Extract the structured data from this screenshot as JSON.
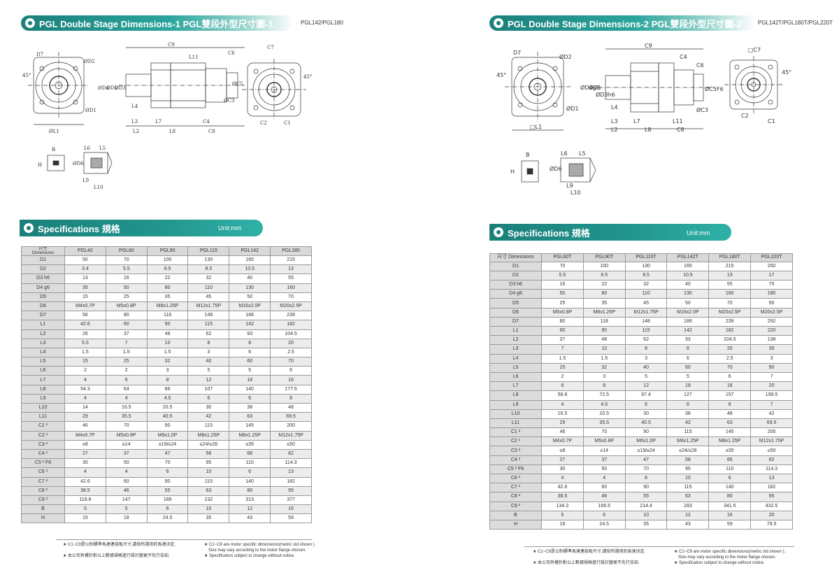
{
  "left": {
    "header_title": "PGL Double Stage Dimensions-1  PGL雙段外型尺寸圖-1",
    "models": "PGL142/PGL180",
    "spec_title": "Specifications  規格",
    "unit": "Unit:mm",
    "labels": {
      "C9": "C9",
      "C6": "C6",
      "C7": "C7",
      "L11": "L11",
      "D2": "ØD2",
      "D7": "D7",
      "D4": "ØD4",
      "D5": "ØD5",
      "D3": "ØD3",
      "D1": "ØD1",
      "C5": "ØC5",
      "C3": "ØC3",
      "C1": "C1",
      "C2": "C2",
      "L1": "ØL1",
      "L2": "L2",
      "L3": "L3",
      "L4": "L4",
      "L7": "L7",
      "L8": "L8",
      "C4": "C4",
      "C8": "C8",
      "a45": "45°",
      "B": "B",
      "H": "H",
      "D6": "ØD6",
      "L5": "L5",
      "L6": "L6",
      "L9": "L9",
      "L10": "L10"
    },
    "table": {
      "corner_top": "尺寸",
      "corner_bottom": "Dimensions",
      "headers": [
        "PGL42",
        "PGL60",
        "PGL90",
        "PGL115",
        "PGL142",
        "PGL180"
      ],
      "rows": [
        [
          "D1",
          "50",
          "70",
          "100",
          "130",
          "165",
          "215"
        ],
        [
          "D2",
          "3.4",
          "5.5",
          "6.5",
          "8.5",
          "10.5",
          "13"
        ],
        [
          "D3 h6",
          "13",
          "16",
          "22",
          "32",
          "40",
          "55"
        ],
        [
          "D4 g6",
          "35",
          "50",
          "80",
          "110",
          "130",
          "160"
        ],
        [
          "D5",
          "15",
          "25",
          "35",
          "45",
          "50",
          "70"
        ],
        [
          "D6",
          "M4x0.7P",
          "M5x0.8P",
          "M8x1.25P",
          "M12x1.75P",
          "M16x2.0P",
          "M20x2.5P"
        ],
        [
          "D7",
          "56",
          "80",
          "118",
          "148",
          "186",
          "239"
        ],
        [
          "L1",
          "42.6",
          "60",
          "90",
          "115",
          "142",
          "182"
        ],
        [
          "L2",
          "26",
          "37",
          "48",
          "62",
          "93",
          "104.5"
        ],
        [
          "L3",
          "5.5",
          "7",
          "10",
          "8",
          "8",
          "20"
        ],
        [
          "L4",
          "1.5",
          "1.5",
          "1.5",
          "3",
          "6",
          "2.5"
        ],
        [
          "L5",
          "15",
          "25",
          "32",
          "40",
          "60",
          "70"
        ],
        [
          "L6",
          "2",
          "2",
          "3",
          "5",
          "5",
          "6"
        ],
        [
          "L7",
          "4",
          "6",
          "8",
          "12",
          "18",
          "16"
        ],
        [
          "L8",
          "54.3",
          "64",
          "86",
          "107",
          "140",
          "177.5"
        ],
        [
          "L9",
          "4",
          "4",
          "4.5",
          "6",
          "6",
          "8"
        ],
        [
          "L10",
          "14",
          "16.5",
          "20.5",
          "30",
          "38",
          "48"
        ],
        [
          "L11",
          "29",
          "35.5",
          "40.5",
          "42",
          "63",
          "69.5"
        ],
        [
          "C1 ²",
          "46",
          "70",
          "90",
          "115",
          "145",
          "200"
        ],
        [
          "C2 ²",
          "M4x0.7P",
          "M5x0.8P",
          "M6x1.0P",
          "M8x1.25P",
          "M8x1.25P",
          "M12x1.75P"
        ],
        [
          "C3 ²",
          "≤8",
          "≤14",
          "≤19/≤24",
          "≤24/≤28",
          "≤35",
          "≤50"
        ],
        [
          "C4 ²",
          "27",
          "37",
          "47",
          "58",
          "66",
          "82"
        ],
        [
          "C5 ² F6",
          "30",
          "50",
          "70",
          "95",
          "110",
          "114.3"
        ],
        [
          "C6 ²",
          "4",
          "4",
          "6",
          "10",
          "6",
          "13"
        ],
        [
          "C7 ²",
          "42.6",
          "60",
          "90",
          "115",
          "140",
          "182"
        ],
        [
          "C8 ²",
          "38.5",
          "46",
          "55",
          "63",
          "80",
          "95"
        ],
        [
          "C9 ²",
          "118.8",
          "147",
          "189",
          "232",
          "313",
          "377"
        ],
        [
          "B",
          "5",
          "5",
          "6",
          "10",
          "12",
          "16"
        ],
        [
          "H",
          "15",
          "18",
          "24.5",
          "35",
          "43",
          "59"
        ]
      ]
    },
    "notes": {
      "n1_zh": "★ C1~C9是公制標準馬達連接板尺寸,請依所選用的馬達決定.",
      "n1_en": "★ C1~C9 are motor specific dimensions(metric std shown ).",
      "n1_en2": "Size may vary according to the motor flange chosen.",
      "n2_zh": "★ 本公司有權針對以上數據規格進行設計變更不先行告知.",
      "n2_en": "★ Specification subject to change without notice."
    }
  },
  "right": {
    "header_title": "PGL Double Stage Dimensions-2  PGL雙段外型尺寸圖-2",
    "models": "PGL142T/PGL180T/PGL220T",
    "spec_title": "Specifications  規格",
    "unit": "Unit:mm",
    "labels": {
      "C9": "C9",
      "C4": "C4",
      "C6": "C6",
      "C7": "□C7",
      "D2": "ØD2",
      "D7": "D7",
      "D4": "ØD4g6",
      "D5": "ØD5",
      "D3": "ØD3h6",
      "D1": "ØD1",
      "C5": "ØC5F6",
      "C3": "ØC3",
      "C1": "C1",
      "C2": "C2",
      "L1": "□L1",
      "L2": "L2",
      "L3": "L3",
      "L4": "L4",
      "L7": "L7",
      "L8": "L8",
      "L11": "L11",
      "C8": "C8",
      "a45": "45°",
      "B": "B",
      "H": "H",
      "D6": "ØD6",
      "L5": "L5",
      "L6": "L6",
      "L9": "L9",
      "L10": "L10"
    },
    "table": {
      "corner": "尺寸 Dimensions",
      "headers": [
        "PGL60T",
        "PGL90T",
        "PGL115T",
        "PGL142T",
        "PGL180T",
        "PGL220T"
      ],
      "rows": [
        [
          "D1",
          "70",
          "100",
          "130",
          "165",
          "215",
          "250"
        ],
        [
          "D2",
          "5.5",
          "6.5",
          "8.5",
          "10.5",
          "13",
          "17"
        ],
        [
          "D3 h6",
          "16",
          "22",
          "32",
          "40",
          "55",
          "75"
        ],
        [
          "D4 g6",
          "50",
          "80",
          "110",
          "130",
          "160",
          "180"
        ],
        [
          "D5",
          "25",
          "35",
          "45",
          "50",
          "70",
          "90"
        ],
        [
          "D6",
          "M5x0.8P",
          "M8x1.25P",
          "M12x1.75P",
          "M16x2.0P",
          "M20x2.5P",
          "M20x2.5P"
        ],
        [
          "D7",
          "80",
          "118",
          "148",
          "186",
          "239",
          "292"
        ],
        [
          "L1",
          "60",
          "90",
          "115",
          "142",
          "182",
          "220"
        ],
        [
          "L2",
          "37",
          "48",
          "62",
          "93",
          "104.5",
          "138"
        ],
        [
          "L3",
          "7",
          "10",
          "8",
          "8",
          "20",
          "30"
        ],
        [
          "L4",
          "1.5",
          "1.5",
          "3",
          "6",
          "2.5",
          "3"
        ],
        [
          "L5",
          "25",
          "32",
          "40",
          "60",
          "70",
          "90"
        ],
        [
          "L6",
          "2",
          "3",
          "5",
          "5",
          "6",
          "7"
        ],
        [
          "L7",
          "6",
          "8",
          "12",
          "18",
          "16",
          "20"
        ],
        [
          "L8",
          "58.8",
          "72.5",
          "97.4",
          "127",
          "157",
          "199.5"
        ],
        [
          "L9",
          "4",
          "4.5",
          "6",
          "6",
          "8",
          "7"
        ],
        [
          "L10",
          "16.5",
          "20.5",
          "30",
          "38",
          "48",
          "42"
        ],
        [
          "L11",
          "29",
          "35.5",
          "40.5",
          "42",
          "63",
          "69.5"
        ],
        [
          "C1 ²",
          "46",
          "70",
          "90",
          "115",
          "145",
          "200"
        ],
        [
          "C2 ²",
          "M4x0.7P",
          "M5x0.8P",
          "M6x1.0P",
          "M8x1.25P",
          "M8x1.25P",
          "M12x1.75P"
        ],
        [
          "C3 ²",
          "≤8",
          "≤14",
          "≤19/≤24",
          "≤24/≤28",
          "≤35",
          "≤50"
        ],
        [
          "C4 ²",
          "27",
          "37",
          "47",
          "58",
          "66",
          "82"
        ],
        [
          "C5 ² F6",
          "30",
          "50",
          "70",
          "95",
          "110",
          "114.3"
        ],
        [
          "C6 ²",
          "4",
          "4",
          "6",
          "10",
          "6",
          "13"
        ],
        [
          "C7 ²",
          "42.6",
          "60",
          "90",
          "115",
          "140",
          "182"
        ],
        [
          "C8 ²",
          "38.5",
          "46",
          "55",
          "63",
          "80",
          "95"
        ],
        [
          "C9 ²",
          "134.3",
          "166.5",
          "214.4",
          "283",
          "341.5",
          "432.5"
        ],
        [
          "B",
          "5",
          "6",
          "10",
          "12",
          "16",
          "20"
        ],
        [
          "H",
          "18",
          "24.5",
          "35",
          "43",
          "59",
          "79.5"
        ]
      ]
    },
    "notes": {
      "n1_zh": "★ C1~C9是公制標準馬達連接板尺寸,請依所選用的馬達決定.",
      "n1_en": "★ C1~C9 are motor specific dimensions(metric std shown ).",
      "n1_en2": "Size may vary according to the motor flange chosen.",
      "n2_zh": "★ 本公司有權針對以上數據規格進行設計變更不先行告知.",
      "n2_en": "★ Specification subject to change without notice."
    }
  }
}
